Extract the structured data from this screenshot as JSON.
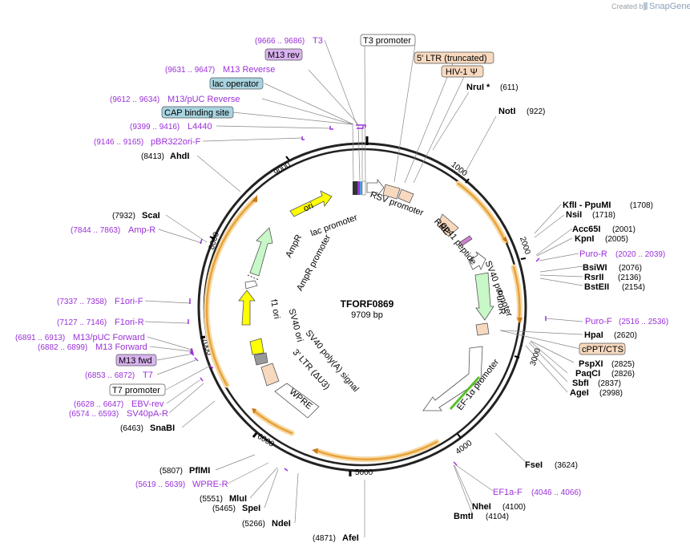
{
  "plasmid": {
    "name": "TFORF0869",
    "length_label": "9709 bp"
  },
  "watermark": {
    "created_by": "Created by",
    "brand": "SnapGene"
  },
  "ruler_ticks": [
    "1000",
    "2000",
    "3000",
    "4000",
    "5000",
    "6000",
    "7000",
    "8000",
    "9000"
  ],
  "restriction_sites": [
    {
      "name": "NruI *",
      "pos": "(611)"
    },
    {
      "name": "NotI",
      "pos": "(922)"
    },
    {
      "name": "KflI  -  PpuMI",
      "pos": "(1708)"
    },
    {
      "name": "NsiI",
      "pos": "(1718)"
    },
    {
      "name": "Acc65I",
      "pos": "(2001)"
    },
    {
      "name": "KpnI",
      "pos": "(2005)"
    },
    {
      "name": "BsiWI",
      "pos": "(2076)"
    },
    {
      "name": "RsrII",
      "pos": "(2136)"
    },
    {
      "name": "BstEII",
      "pos": "(2154)"
    },
    {
      "name": "HpaI",
      "pos": "(2620)"
    },
    {
      "name": "PspXI",
      "pos": "(2825)"
    },
    {
      "name": "PaqCI",
      "pos": "(2826)"
    },
    {
      "name": "SbfI",
      "pos": "(2837)"
    },
    {
      "name": "AgeI",
      "pos": "(2998)"
    },
    {
      "name": "FseI",
      "pos": "(3624)"
    },
    {
      "name": "NheI",
      "pos": "(4100)"
    },
    {
      "name": "BmtI",
      "pos": "(4104)"
    },
    {
      "name": "AfeI",
      "pos": "(4871)"
    },
    {
      "name": "NdeI",
      "pos": "(5266)"
    },
    {
      "name": "SpeI",
      "pos": "(5465)"
    },
    {
      "name": "MluI",
      "pos": "(5551)"
    },
    {
      "name": "PflMI",
      "pos": "(5807)"
    },
    {
      "name": "SnaBI",
      "pos": "(6463)"
    },
    {
      "name": "ScaI",
      "pos": "(7932)"
    },
    {
      "name": "AhdI",
      "pos": "(8413)"
    }
  ],
  "primers": [
    {
      "name": "T3",
      "pos": "(9666 .. 9686)"
    },
    {
      "name": "M13 Reverse",
      "pos": "(9631 .. 9647)"
    },
    {
      "name": "M13/pUC Reverse",
      "pos": "(9612 .. 9634)"
    },
    {
      "name": "L4440",
      "pos": "(9399 .. 9416)"
    },
    {
      "name": "pBR322ori-F",
      "pos": "(9146 .. 9165)"
    },
    {
      "name": "Amp-R",
      "pos": "(7844 .. 7863)"
    },
    {
      "name": "F1ori-F",
      "pos": "(7337 .. 7358)"
    },
    {
      "name": "F1ori-R",
      "pos": "(7127 .. 7146)"
    },
    {
      "name": "M13/pUC Forward",
      "pos": "(6891 .. 6913)"
    },
    {
      "name": "M13 Forward",
      "pos": "(6882 .. 6899)"
    },
    {
      "name": "T7",
      "pos": "(6853 .. 6872)"
    },
    {
      "name": "EBV-rev",
      "pos": "(6628 .. 6647)"
    },
    {
      "name": "SV40pA-R",
      "pos": "(6574 .. 6593)"
    },
    {
      "name": "WPRE-R",
      "pos": "(5619 .. 5639)"
    },
    {
      "name": "Puro-R",
      "pos": "(2020 .. 2039)"
    },
    {
      "name": "Puro-F",
      "pos": "(2516 .. 2536)"
    },
    {
      "name": "EF1a-F",
      "pos": "(4046 .. 4066)"
    }
  ],
  "boxed_labels": [
    {
      "text": "M13 rev"
    },
    {
      "text": "lac operator"
    },
    {
      "text": "CAP binding site"
    },
    {
      "text": "M13 fwd"
    },
    {
      "text": "T3 promoter"
    },
    {
      "text": "T7 promoter"
    },
    {
      "text": "5' LTR (truncated)"
    },
    {
      "text": "HIV-1 Ψ"
    },
    {
      "text": "cPPT/CTS"
    }
  ],
  "features": [
    {
      "text": "ori"
    },
    {
      "text": "lac promoter"
    },
    {
      "text": "RSV promoter"
    },
    {
      "text": "RRE"
    },
    {
      "text": "gp41 peptide"
    },
    {
      "text": "SV40 promoter"
    },
    {
      "text": "PuroR"
    },
    {
      "text": "EF-1α promoter"
    },
    {
      "text": "WPRE"
    },
    {
      "text": "3' LTR (ΔU3)"
    },
    {
      "text": "SV40 poly(A) signal"
    },
    {
      "text": "SV40 ori"
    },
    {
      "text": "f1 ori"
    },
    {
      "text": "AmpR promoter"
    },
    {
      "text": "AmpR"
    }
  ],
  "colors": {
    "backbone": "#222222",
    "primer": "#9b30d9",
    "orf_arrow": "#e8a23a",
    "orf_glow": "#f7d9a4",
    "ori": "#ffff00",
    "ampr": "#c8f7c8",
    "puror": "#c8f7c8",
    "ltr": "#f7d9bf",
    "lac_operator_box": "#a8d4e0",
    "m13_box": "#d9b3f0"
  }
}
